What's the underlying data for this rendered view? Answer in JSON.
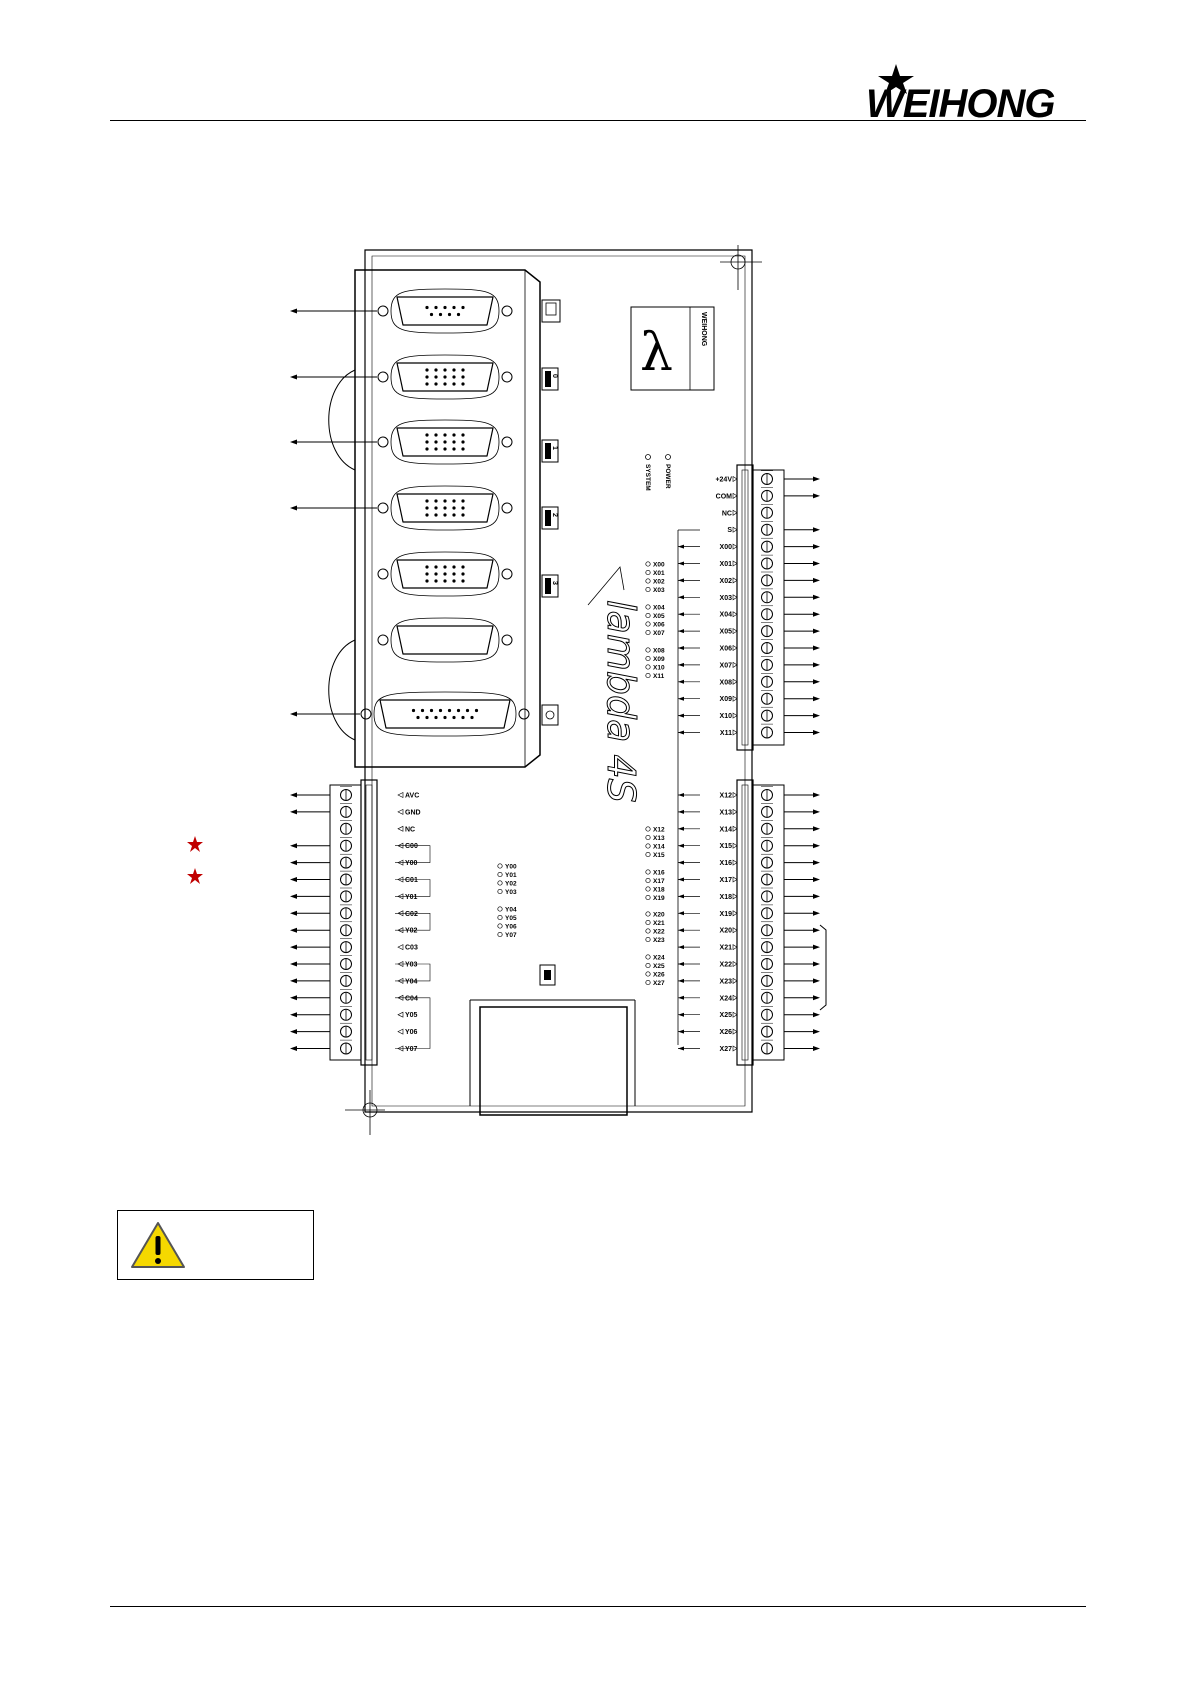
{
  "header": {
    "logo_text": "WEIHONG"
  },
  "board": {
    "model_mark": "lambda 4S",
    "indicators": [
      "POWER",
      "SYSTEM"
    ],
    "logo_text": "WEIHONG",
    "power_labels": [
      "+24V",
      "COM",
      "NC",
      "S"
    ],
    "input_terminals_top": [
      "X00",
      "X01",
      "X02",
      "X03",
      "X04",
      "X05",
      "X06",
      "X07",
      "X08",
      "X09",
      "X10",
      "X11"
    ],
    "input_terminals_bottom": [
      "X12",
      "X13",
      "X14",
      "X15",
      "X16",
      "X17",
      "X18",
      "X19",
      "X20",
      "X21",
      "X22",
      "X23",
      "X24",
      "X25",
      "X26",
      "X27"
    ],
    "led_x_groups": [
      [
        "X00",
        "X01",
        "X02",
        "X03"
      ],
      [
        "X04",
        "X05",
        "X06",
        "X07"
      ],
      [
        "X08",
        "X09",
        "X10",
        "X11"
      ],
      [
        "X12",
        "X13",
        "X14",
        "X15"
      ],
      [
        "X16",
        "X17",
        "X18",
        "X19"
      ],
      [
        "X20",
        "X21",
        "X22",
        "X23"
      ],
      [
        "X24",
        "X25",
        "X26",
        "X27"
      ]
    ],
    "led_y_groups": [
      [
        "Y00",
        "Y01",
        "Y02",
        "Y03"
      ],
      [
        "Y04",
        "Y05",
        "Y06",
        "Y07"
      ]
    ],
    "left_terminals": [
      "AVC",
      "GND",
      "NC",
      "C00",
      "Y00",
      "C01",
      "Y01",
      "C02",
      "Y02",
      "C03",
      "Y03",
      "Y04",
      "C04",
      "Y05",
      "Y06",
      "Y07"
    ],
    "port_icons": [
      "0",
      "1",
      "2",
      "3"
    ]
  },
  "colors": {
    "star": "#c00000",
    "warning_fill": "#f5d800"
  }
}
